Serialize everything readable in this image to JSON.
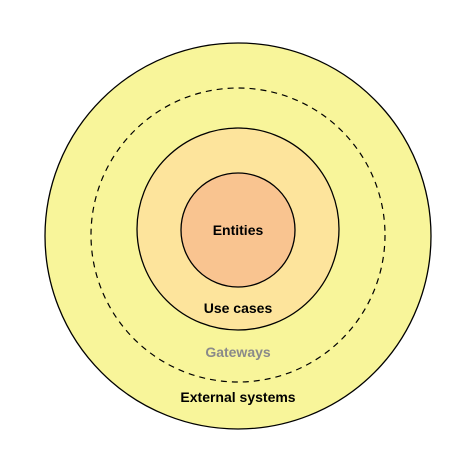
{
  "diagram": {
    "layers": [
      {
        "id": "external",
        "label": "External systems",
        "fill": "#f8f59a",
        "stroke": "#000000",
        "label_color": "#000000",
        "dashed": false
      },
      {
        "id": "gateways",
        "label": "Gateways",
        "fill": "none",
        "stroke": "#000000",
        "label_color": "#8a8a8a",
        "dashed": true
      },
      {
        "id": "usecases",
        "label": "Use cases",
        "fill": "#fde49c",
        "stroke": "#000000",
        "label_color": "#000000",
        "dashed": false
      },
      {
        "id": "entities",
        "label": "Entities",
        "fill": "#f9c490",
        "stroke": "#000000",
        "label_color": "#000000",
        "dashed": false
      }
    ]
  }
}
